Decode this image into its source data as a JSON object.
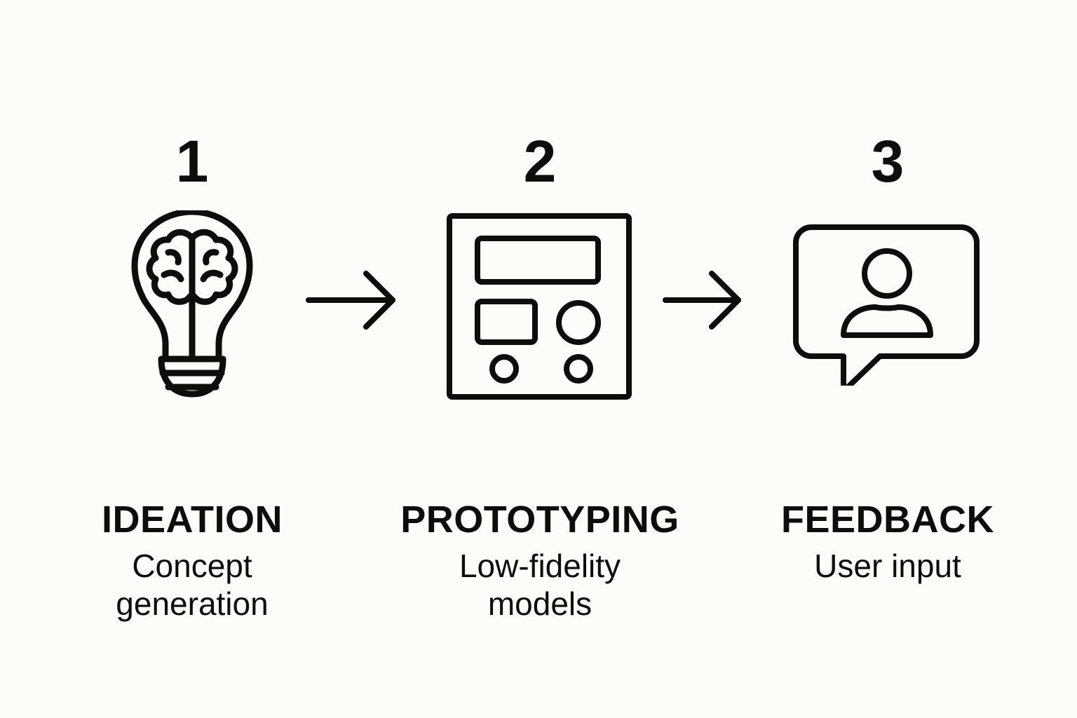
{
  "steps": [
    {
      "number": "1",
      "title": "IDEATION",
      "description": "Concept generation",
      "icon": "lightbulb-brain-icon"
    },
    {
      "number": "2",
      "title": "PROTOTYPING",
      "description": "Low-fidelity models",
      "icon": "wireframe-icon"
    },
    {
      "number": "3",
      "title": "FEEDBACK",
      "description": "User input",
      "icon": "chat-user-icon"
    }
  ],
  "connectors": [
    "arrow-right-icon",
    "arrow-right-icon"
  ],
  "colors": {
    "background": "#fcfcfa",
    "ink": "#0d0d0d"
  }
}
